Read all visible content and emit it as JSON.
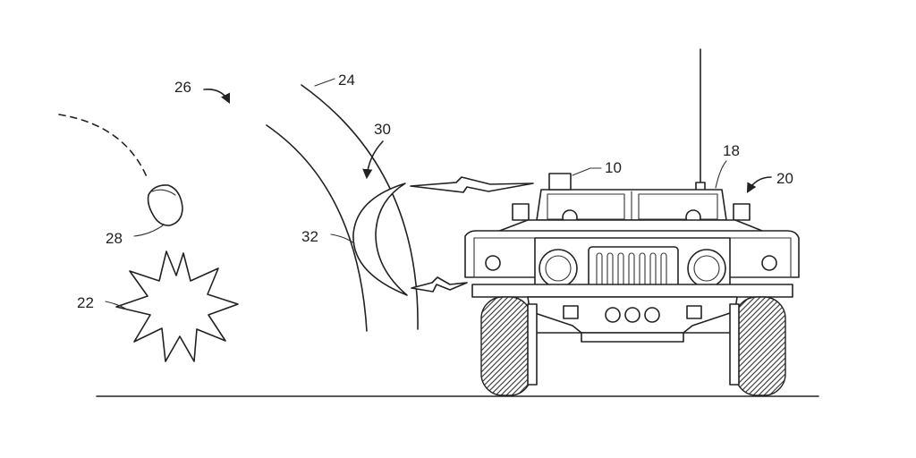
{
  "labels": {
    "vehicle": "20",
    "sensor": "10",
    "antenna_mast": "18",
    "shield_outer": "24",
    "shield_label_arrow": "26",
    "projectile": "28",
    "deflector": "30",
    "deflector_edge": "32",
    "explosion": "22"
  },
  "colors": {
    "ink": "#222222",
    "background": "#ffffff"
  }
}
